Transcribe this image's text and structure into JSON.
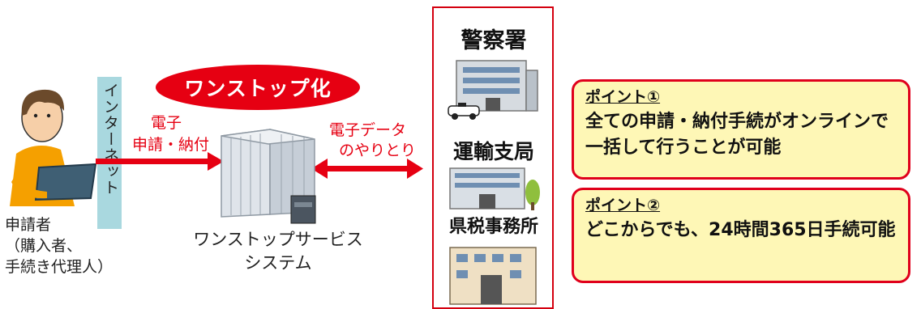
{
  "applicant": {
    "label": "申請者",
    "sub_label_line1": "（購入者、",
    "sub_label_line2": "手続き代理人）"
  },
  "internet": {
    "label": "インターネット"
  },
  "onestop": {
    "label": "ワンストップ化"
  },
  "flow": {
    "application_line1": "電子",
    "application_line2": "申請・納付",
    "exchange_line1": "電子データ",
    "exchange_line2": "のやりとり"
  },
  "system": {
    "line1": "ワンストップサービス",
    "line2": "システム"
  },
  "agencies": {
    "police": "警察署",
    "transport": "運輸支局",
    "tax": "県税事務所"
  },
  "points": [
    {
      "title": "ポイント①",
      "body": "全ての申請・納付手続がオンラインで一括して行うことが可能"
    },
    {
      "title": "ポイント②",
      "body": "どこからでも、24時間365日手続可能"
    }
  ],
  "colors": {
    "accent_red": "#e60012",
    "internet_band": "#a9d8df",
    "point_fill": "#fef7b6"
  }
}
